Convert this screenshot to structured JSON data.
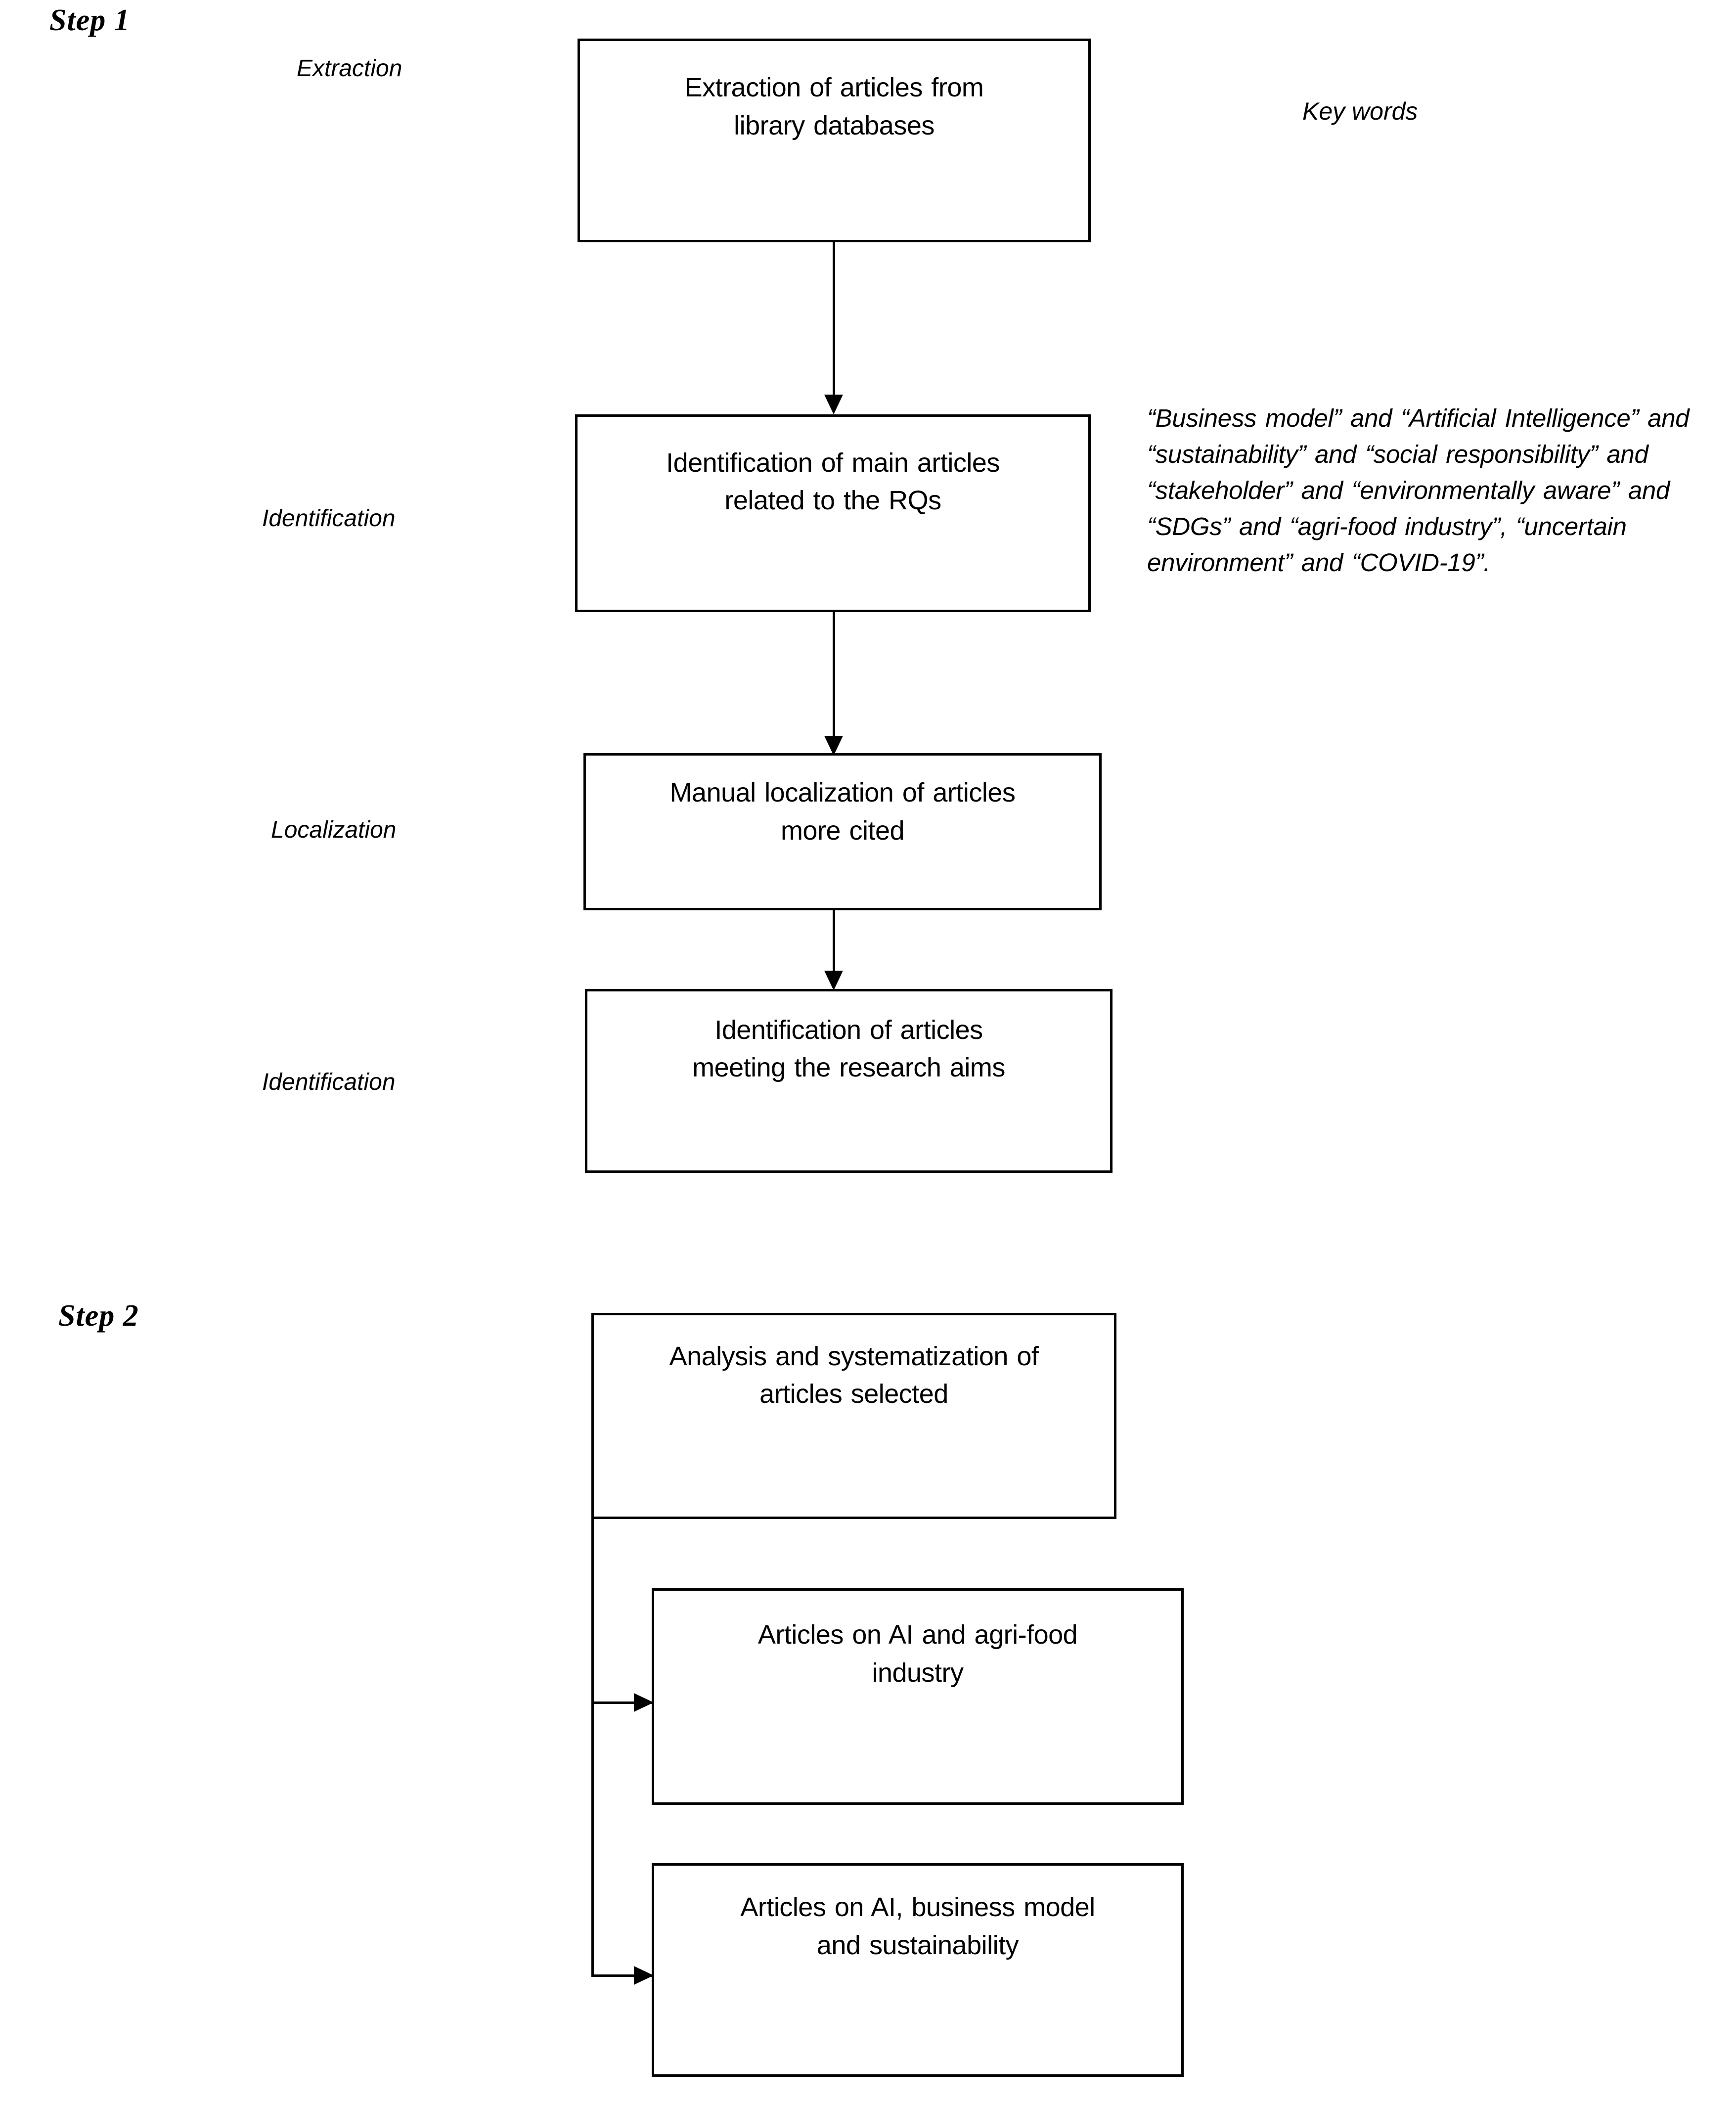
{
  "diagram": {
    "title_steps": [
      {
        "id": "step-1",
        "label": "Step 1"
      },
      {
        "id": "step-2",
        "label": "Step 2"
      }
    ],
    "stages": [
      {
        "id": "stage-extraction",
        "label": "Extraction"
      },
      {
        "id": "stage-identification-1",
        "label": "Identification"
      },
      {
        "id": "stage-localization",
        "label": "Localization"
      },
      {
        "id": "stage-identification-2",
        "label": "Identification"
      }
    ],
    "boxes": [
      {
        "id": "box-extraction",
        "line1": "Extraction of articles from",
        "line2": "library databases"
      },
      {
        "id": "box-identification-main",
        "line1": "Identification of main articles",
        "line2": "related to the  RQs"
      },
      {
        "id": "box-manual-localization",
        "line1": "Manual localization of articles",
        "line2": "more cited"
      },
      {
        "id": "box-identification-aims",
        "line1": "Identification of articles",
        "line2": "meeting the research aims"
      },
      {
        "id": "box-analysis",
        "line1": "Analysis and systematization of",
        "line2": "articles selected"
      },
      {
        "id": "box-ai-agrifood",
        "line1": "Articles on AI and agri-food",
        "line2": "industry"
      },
      {
        "id": "box-ai-business-model",
        "line1": "Articles on AI, business model",
        "line2": "and sustainability"
      }
    ],
    "annotations": {
      "keywords_title": "Key words",
      "keywords_body": "“Business model” and “Artificial Intelligence” and “sustainability” and “social responsibility” and “stakeholder” and “environmentally aware” and “SDGs” and “agri-food industry”, “uncertain environment” and “COVID-19”."
    },
    "colors": {
      "stroke": "#000000",
      "background": "#ffffff",
      "text": "#000000"
    }
  }
}
